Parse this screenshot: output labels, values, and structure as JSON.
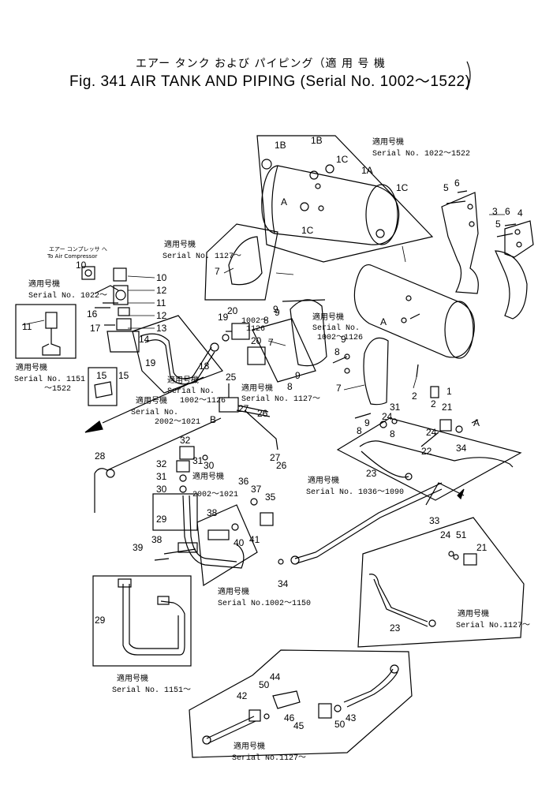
{
  "header": {
    "title_jp": "エアー タンク および パイピング（適 用 号 機",
    "title_en": "Fig. 341  AIR TANK AND PIPING (Serial No. 1002～1522)"
  },
  "notes": {
    "tank_top_jp": "適用号機",
    "tank_top_serial": "Serial No. 1022～1522",
    "band_jp": "適用号機",
    "band_serial": "Serial No. 1127～",
    "compressor_jp": "エアー コンプレッサ へ",
    "compressor_en": "To Air Compressor",
    "valve_left_jp": "適用号機",
    "valve_left_serial": "Serial No. 1022～",
    "left_box_jp": "適用号機",
    "left_box_serial_a": "Serial No. 1151",
    "left_box_serial_b": "～1522",
    "center_a": "1002～",
    "center_b": "1126",
    "mid_right_jp": "適用号機",
    "mid_right_serial_a": "Serial No.",
    "mid_right_serial_b": "1002～1126",
    "mid_jp": "適用号機",
    "mid_serial_a": "Serial No.",
    "mid_serial_b": "1002～1126",
    "mid_box_jp": "適用号機",
    "mid_box_serial": "Serial No. 1127～",
    "left_mid_jp": "適用号機",
    "left_mid_serial_a": "Serial No.",
    "left_mid_serial_b": "2002～1021",
    "pipe_jp": "適用号機",
    "pipe_serial": "Serial No. 1036～1090",
    "small_jp": "適用号機",
    "small_serial": "2002～1021",
    "bottom_mid_jp": "適用号機",
    "bottom_mid_serial": "Serial No.1002～1150",
    "br_jp": "適用号機",
    "br_serial": "Serial No.1127～",
    "bl_jp": "適用号機",
    "bl_serial": "Serial No. 1151～",
    "bottom_jp": "適用号機",
    "bottom_serial": "Serial No.1127～"
  },
  "letters": {
    "A": "A",
    "B": "B"
  },
  "parts": {
    "p1": "1",
    "p1a": "1A",
    "p1b": "1B",
    "p1c": "1C",
    "p2": "2",
    "p3": "3",
    "p4": "4",
    "p5": "5",
    "p6": "6",
    "p7": "7",
    "p8": "8",
    "p9": "9",
    "p10": "10",
    "p11": "11",
    "p12": "12",
    "p13": "13",
    "p14": "14",
    "p15": "15",
    "p16": "16",
    "p17": "17",
    "p18": "18",
    "p19": "19",
    "p20": "20",
    "p21": "21",
    "p22": "22",
    "p23": "23",
    "p24": "24",
    "p25": "25",
    "p26": "26",
    "p27": "27",
    "p28": "28",
    "p29": "29",
    "p30": "30",
    "p31": "31",
    "p32": "32",
    "p33": "33",
    "p34": "34",
    "p35": "35",
    "p36": "36",
    "p37": "37",
    "p38": "38",
    "p39": "39",
    "p40": "40",
    "p41": "41",
    "p42": "42",
    "p43": "43",
    "p44": "44",
    "p45": "45",
    "p46": "46",
    "p50": "50",
    "p51": "51"
  }
}
